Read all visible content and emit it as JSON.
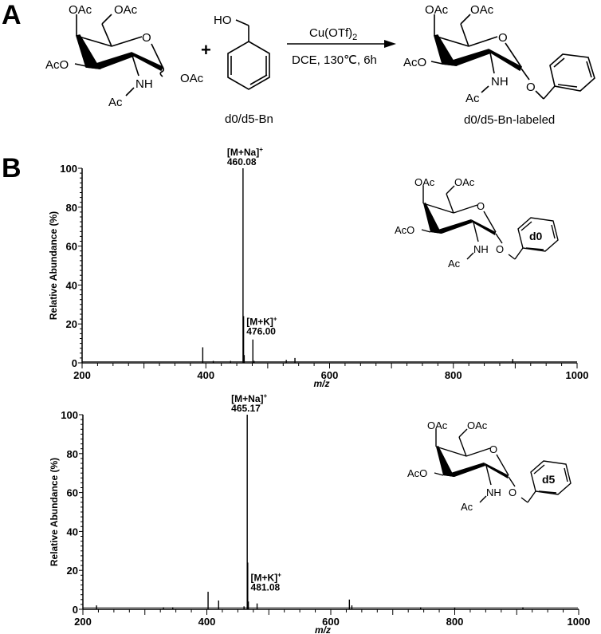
{
  "panel_a": {
    "label": "A",
    "reactant": {
      "substituents": [
        "OAc",
        "OAc",
        "AcO",
        "NH",
        "Ac",
        "OAc",
        "O"
      ]
    },
    "plus": "+",
    "reagent": {
      "oh": "HO",
      "name": "d0/d5-Bn"
    },
    "conditions": {
      "catalyst": "Cu(OTf)",
      "catalyst_sub": "2",
      "solvent_temp_time": "DCE, 130℃, 6h"
    },
    "product": {
      "name": "d0/d5-Bn-labeled"
    }
  },
  "panel_b": {
    "label": "B"
  },
  "chart_data": [
    {
      "type": "bar",
      "title": "d0-Bn-labeled MS spectrum",
      "xlabel": "m/z",
      "ylabel": "Relative Abundance (%)",
      "xlim": [
        200,
        1000
      ],
      "ylim": [
        0,
        100
      ],
      "xticks": [
        200,
        400,
        600,
        800,
        1000
      ],
      "yticks": [
        0,
        20,
        40,
        60,
        80,
        100
      ],
      "isotope_tag": "d0",
      "peaks": [
        {
          "mz": 395,
          "intensity": 8
        },
        {
          "mz": 412,
          "intensity": 1
        },
        {
          "mz": 440,
          "intensity": 1
        },
        {
          "mz": 460.08,
          "intensity": 100,
          "label": "[M+Na]",
          "sup": "+",
          "value_label": "460.08"
        },
        {
          "mz": 461,
          "intensity": 24
        },
        {
          "mz": 462,
          "intensity": 4
        },
        {
          "mz": 476.0,
          "intensity": 12,
          "label": "[M+K]",
          "sup": "+",
          "value_label": "476.00"
        },
        {
          "mz": 478,
          "intensity": 1
        },
        {
          "mz": 530,
          "intensity": 1.5
        },
        {
          "mz": 544,
          "intensity": 2.5
        },
        {
          "mz": 896,
          "intensity": 2
        }
      ]
    },
    {
      "type": "bar",
      "title": "d5-Bn-labeled MS spectrum",
      "xlabel": "m/z",
      "ylabel": "Relative Abundance (%)",
      "xlim": [
        200,
        1000
      ],
      "ylim": [
        0,
        100
      ],
      "xticks": [
        200,
        400,
        600,
        800,
        1000
      ],
      "yticks": [
        0,
        20,
        40,
        60,
        80,
        100
      ],
      "isotope_tag": "d5",
      "peaks": [
        {
          "mz": 222,
          "intensity": 2
        },
        {
          "mz": 330,
          "intensity": 1
        },
        {
          "mz": 345,
          "intensity": 1
        },
        {
          "mz": 402,
          "intensity": 9
        },
        {
          "mz": 419,
          "intensity": 4.5
        },
        {
          "mz": 460,
          "intensity": 1.5
        },
        {
          "mz": 465.17,
          "intensity": 100,
          "label": "[M+Na]",
          "sup": "+",
          "value_label": "465.17"
        },
        {
          "mz": 466,
          "intensity": 24
        },
        {
          "mz": 467,
          "intensity": 4
        },
        {
          "mz": 481.08,
          "intensity": 3,
          "label": "[M+K]",
          "sup": "+",
          "value_label": "481.08"
        },
        {
          "mz": 630,
          "intensity": 5
        },
        {
          "mz": 634,
          "intensity": 2
        },
        {
          "mz": 745,
          "intensity": 1
        },
        {
          "mz": 800,
          "intensity": 0.8
        },
        {
          "mz": 910,
          "intensity": 1
        }
      ]
    }
  ]
}
